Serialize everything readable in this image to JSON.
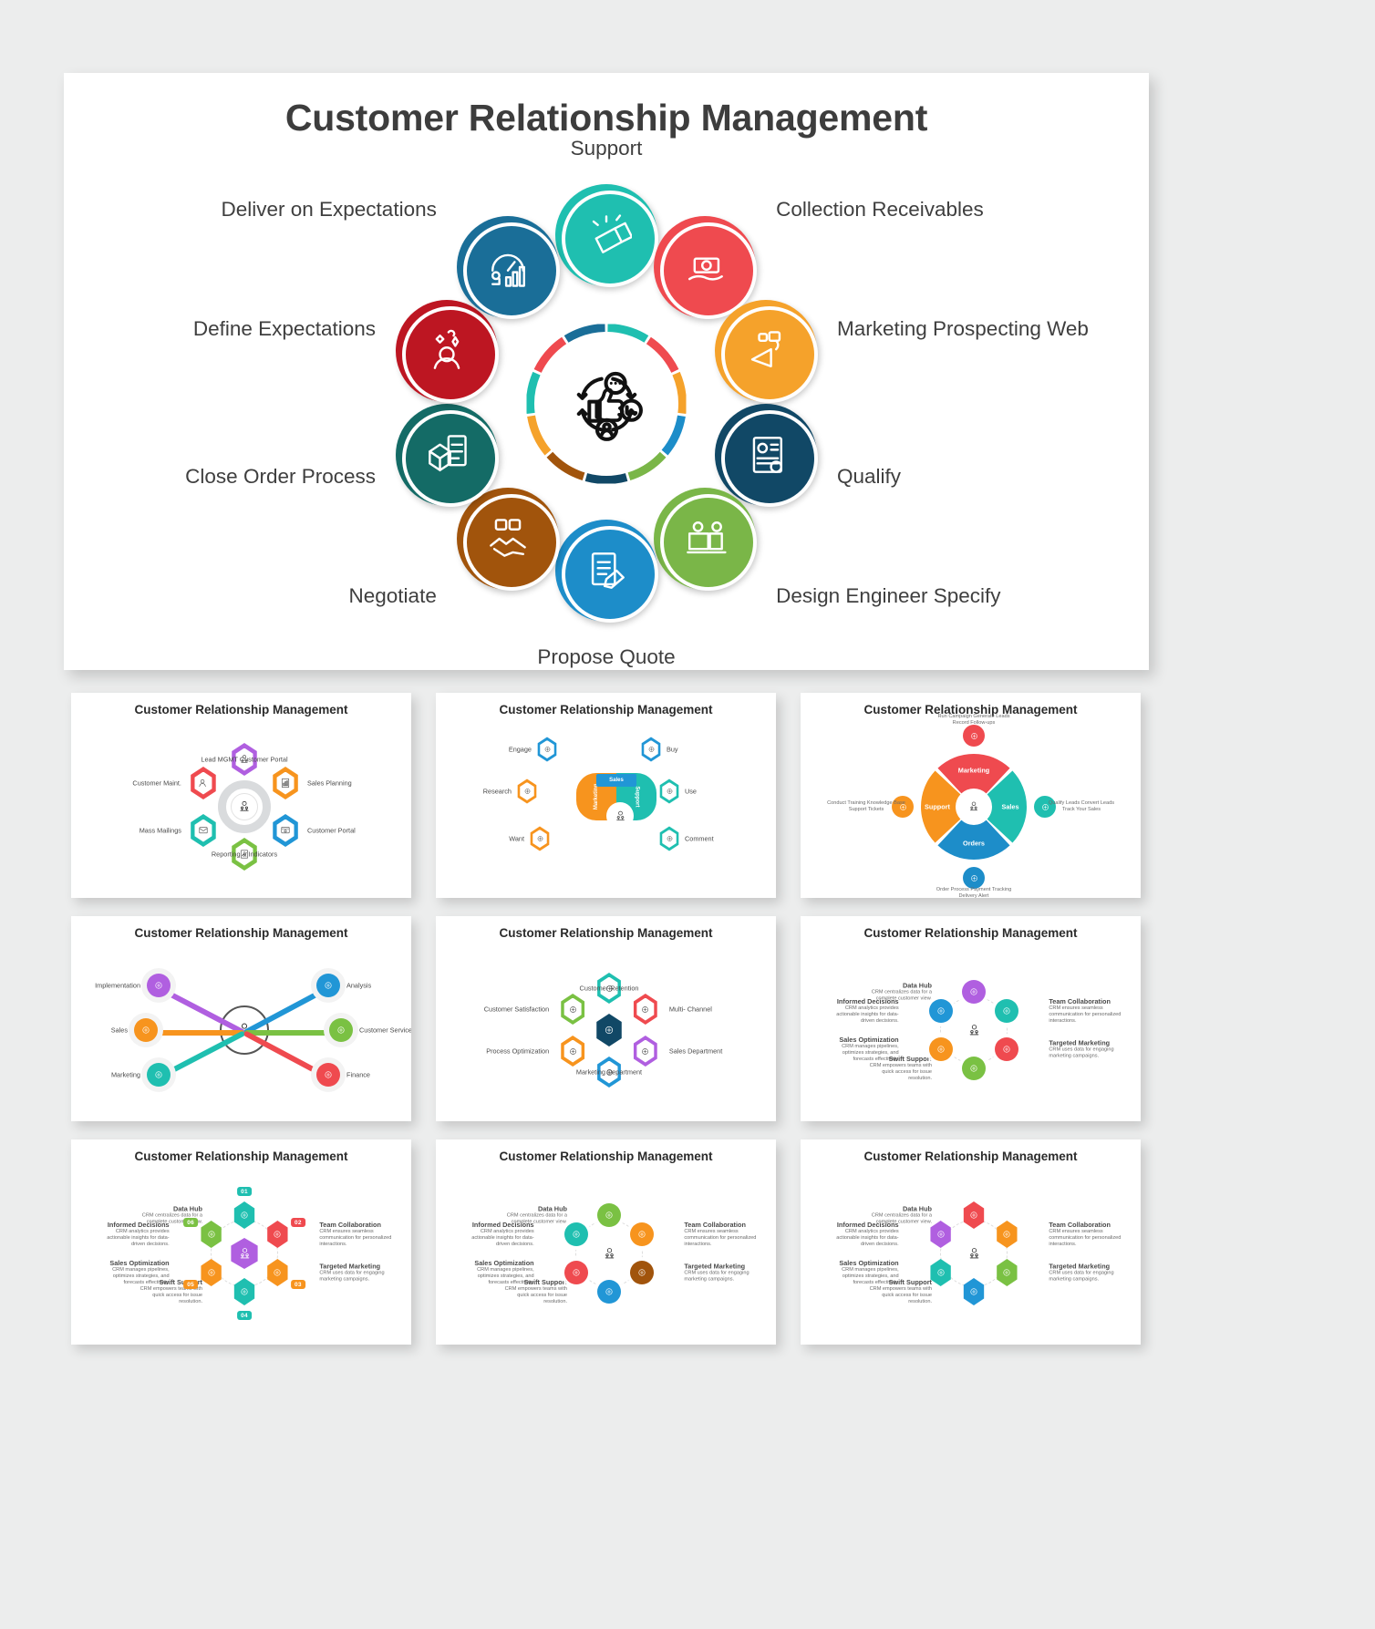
{
  "main": {
    "title": "Customer Relationship Management",
    "center_icon": "crm-feedback-cycle-icon",
    "nodes": [
      {
        "label": "Support",
        "color": "#1fbfb0",
        "icon": "megaphone-hand-icon",
        "angle": -90,
        "label_pos": "top"
      },
      {
        "label": "Collection Receivables",
        "color": "#ef4a4f",
        "icon": "cash-in-hands-icon",
        "angle": -50,
        "label_pos": "right"
      },
      {
        "label": "Marketing Prospecting Web",
        "color": "#f5a22b",
        "icon": "marketing-megaphone-icon",
        "angle": -10,
        "label_pos": "right"
      },
      {
        "label": "Qualify",
        "color": "#114866",
        "icon": "resume-badge-icon",
        "angle": 30,
        "label_pos": "right"
      },
      {
        "label": "Design Engineer Specify",
        "color": "#76b martín",
        "icon": "engineer-blueprint-icon",
        "angle": 70,
        "label_pos": "right"
      },
      {
        "label": "Propose Quote",
        "color": "#1d8dc9",
        "icon": "document-pen-icon",
        "angle": 110,
        "label_pos": "bottom"
      },
      {
        "label": "Negotiate",
        "color": "#a1540c",
        "icon": "handshake-money-icon",
        "angle": 150,
        "label_pos": "left"
      },
      {
        "label": "Close Order Process",
        "color": "#146b66",
        "icon": "package-invoice-icon",
        "angle": 190,
        "label_pos": "left"
      },
      {
        "label": "Define Expectations",
        "color": "#bd1622",
        "icon": "customer-satisfaction-icon",
        "angle": 230,
        "label_pos": "left"
      },
      {
        "label": "Deliver on Expectations",
        "color": "#1a6e98",
        "icon": "performance-gauge-icon",
        "angle": 270,
        "label_pos": "left"
      }
    ],
    "ring_segment_colors": [
      "#1fbfb0",
      "#ef4a4f",
      "#f5a22b",
      "#1d8dc9",
      "#7ab648",
      "#114866",
      "#a1540c",
      "#f5a22b",
      "#1fbfb0",
      "#ef4a4f",
      "#1a6e98"
    ]
  },
  "thumbs": [
    {
      "id": "thumb-hexagon-wheel",
      "title": "Customer Relationship Management",
      "items": [
        {
          "label": "Lead MGMT Customer Portal",
          "color": "#b05fe0",
          "icon": "gear-team-icon"
        },
        {
          "label": "Sales Planning",
          "color": "#f7941e",
          "icon": "chart-doc-icon"
        },
        {
          "label": "Customer Portal",
          "color": "#2196d6",
          "icon": "portal-window-icon"
        },
        {
          "label": "Reporting & Indicators",
          "color": "#7ac143",
          "icon": "report-chart-icon"
        },
        {
          "label": "Mass Mailings",
          "color": "#1fbfb0",
          "icon": "mail-calendar-icon"
        },
        {
          "label": "Customer Maint.",
          "color": "#ef4a4f",
          "icon": "customer-tag-icon"
        }
      ]
    },
    {
      "id": "thumb-flow-branches",
      "title": "Customer Relationship Management",
      "center_items": [
        {
          "label": "Sales",
          "color": "#2196d6",
          "icon": "sales-icon"
        },
        {
          "label": "Marketing",
          "color": "#f7941e",
          "icon": "marketing-icon"
        },
        {
          "label": "Support",
          "color": "#1fbfb0",
          "icon": "support-icon"
        }
      ],
      "items": [
        {
          "label": "Engage",
          "color": "#2196d6",
          "icon": "engage-gears-icon"
        },
        {
          "label": "Buy",
          "color": "#2196d6",
          "icon": "buy-cart-icon"
        },
        {
          "label": "Research",
          "color": "#f7941e",
          "icon": "research-hand-icon"
        },
        {
          "label": "Use",
          "color": "#1fbfb0",
          "icon": "use-hand-icon"
        },
        {
          "label": "Want",
          "color": "#f7941e",
          "icon": "want-person-icon"
        },
        {
          "label": "Comment",
          "color": "#1fbfb0",
          "icon": "comment-bubble-icon"
        }
      ]
    },
    {
      "id": "thumb-pie-quadrant",
      "title": "Customer Relationship Management",
      "segments": [
        {
          "label": "Marketing",
          "color": "#ef4a4f",
          "icon": "marketing-network-icon",
          "caption": "Run Campaign Generate Leads Record Follow-ups"
        },
        {
          "label": "Sales",
          "color": "#1fbfb0",
          "icon": "sales-chart-icon",
          "caption": "Qualify Leads Convert Leads Track Your Sales"
        },
        {
          "label": "Orders",
          "color": "#1d8dc9",
          "icon": "orders-invoice-icon",
          "caption": "Order Process Payment Tracking Delivery Alert"
        },
        {
          "label": "Support",
          "color": "#f7941e",
          "icon": "support-headset-icon",
          "caption": "Conduct Training Knowledge Base Support Tickets"
        }
      ]
    },
    {
      "id": "thumb-hub-spokes",
      "title": "Customer Relationship Management",
      "items": [
        {
          "label": "Implementation",
          "color": "#b05fe0",
          "icon": "implementation-icon"
        },
        {
          "label": "Analysis",
          "color": "#2196d6",
          "icon": "analysis-icon"
        },
        {
          "label": "Sales",
          "color": "#f7941e",
          "icon": "sales-icon"
        },
        {
          "label": "Customer Service",
          "color": "#7ac143",
          "icon": "service-icon"
        },
        {
          "label": "Marketing",
          "color": "#1fbfb0",
          "icon": "marketing-icon"
        },
        {
          "label": "Finance",
          "color": "#ef4a4f",
          "icon": "finance-icon"
        }
      ]
    },
    {
      "id": "thumb-hexagon-cluster",
      "title": "Customer Relationship Management",
      "items": [
        {
          "label": "Customer Retention",
          "color": "#1fbfb0",
          "icon": "retention-icon"
        },
        {
          "label": "Multi- Channel",
          "color": "#ef4a4f",
          "icon": "channel-icon"
        },
        {
          "label": "Sales Department",
          "color": "#b05fe0",
          "icon": "sales-dept-icon"
        },
        {
          "label": "Marketing Department",
          "color": "#2196d6",
          "icon": "marketing-dept-icon"
        },
        {
          "label": "Process Optimization",
          "color": "#f7941e",
          "icon": "process-icon"
        },
        {
          "label": "Customer Satisfaction",
          "color": "#7ac143",
          "icon": "satisfaction-icon"
        }
      ],
      "center": {
        "color": "#114866",
        "icon": "crm-core-icon"
      }
    },
    {
      "id": "thumb-radial-pins",
      "title": "Customer Relationship Management",
      "items": [
        {
          "label": "Data Hub",
          "desc": "CRM centralizes data for a complete customer view.",
          "color": "#b05fe0",
          "icon": "data-hub-icon"
        },
        {
          "label": "Team Collaboration",
          "desc": "CRM ensures seamless communication for personalized interactions.",
          "color": "#1fbfb0",
          "icon": "team-icon"
        },
        {
          "label": "Targeted Marketing",
          "desc": "CRM uses data for engaging marketing campaigns.",
          "color": "#ef4a4f",
          "icon": "target-icon"
        },
        {
          "label": "Swift Support",
          "desc": "CRM empowers teams with quick access for issue resolution.",
          "color": "#7ac143",
          "icon": "support-icon"
        },
        {
          "label": "Sales Optimization",
          "desc": "CRM manages pipelines, optimizes strategies, and forecasts effectively.",
          "color": "#f7941e",
          "icon": "sales-opt-icon"
        },
        {
          "label": "Informed Decisions",
          "desc": "CRM analytics provides actionable insights for data-driven decisions.",
          "color": "#2196d6",
          "icon": "insights-icon"
        }
      ]
    },
    {
      "id": "thumb-soccer-numbers",
      "title": "Customer Relationship Management",
      "items": [
        {
          "num": "01",
          "label": "Data Hub",
          "desc": "CRM centralizes data for a complete customer view.",
          "color": "#1fbfb0",
          "icon": "data-hub-icon"
        },
        {
          "num": "02",
          "label": "Team Collaboration",
          "desc": "CRM ensures seamless communication for personalized interactions.",
          "color": "#ef4a4f",
          "icon": "team-icon"
        },
        {
          "num": "03",
          "label": "Targeted Marketing",
          "desc": "CRM uses data for engaging marketing campaigns.",
          "color": "#f7941e",
          "icon": "target-icon"
        },
        {
          "num": "04",
          "label": "Swift Support",
          "desc": "CRM empowers teams with quick access for issue resolution.",
          "color": "#1fbfb0",
          "icon": "support-icon"
        },
        {
          "num": "05",
          "label": "Sales Optimization",
          "desc": "CRM manages pipelines, optimizes strategies, and forecasts effectively.",
          "color": "#f7941e",
          "icon": "sales-opt-icon"
        },
        {
          "num": "06",
          "label": "Informed Decisions",
          "desc": "CRM analytics provides actionable insights for data-driven decisions.",
          "color": "#7ac143",
          "icon": "insights-icon"
        }
      ]
    },
    {
      "id": "thumb-arrow-ring",
      "title": "Customer Relationship Management",
      "items": [
        {
          "label": "Data Hub",
          "desc": "CRM centralizes data for a complete customer view.",
          "color": "#7ac143",
          "icon": "data-hub-icon"
        },
        {
          "label": "Team Collaboration",
          "desc": "CRM ensures seamless communication for personalized interactions.",
          "color": "#f7941e",
          "icon": "team-icon"
        },
        {
          "label": "Targeted Marketing",
          "desc": "CRM uses data for engaging marketing campaigns.",
          "color": "#a1540c",
          "icon": "target-icon"
        },
        {
          "label": "Swift Support",
          "desc": "CRM empowers teams with quick access for issue resolution.",
          "color": "#2196d6",
          "icon": "support-icon"
        },
        {
          "label": "Sales Optimization",
          "desc": "CRM manages pipelines, optimizes strategies, and forecasts effectively.",
          "color": "#ef4a4f",
          "icon": "sales-opt-icon"
        },
        {
          "label": "Informed Decisions",
          "desc": "CRM analytics provides actionable insights for data-driven decisions.",
          "color": "#1fbfb0",
          "icon": "insights-icon"
        }
      ]
    },
    {
      "id": "thumb-puzzle-ring",
      "title": "Customer Relationship Management",
      "items": [
        {
          "label": "Data Hub",
          "desc": "CRM centralizes data for a complete customer view.",
          "color": "#ef4a4f",
          "icon": "data-hub-icon"
        },
        {
          "label": "Team Collaboration",
          "desc": "CRM ensures seamless communication for personalized interactions.",
          "color": "#f7941e",
          "icon": "team-icon"
        },
        {
          "label": "Targeted Marketing",
          "desc": "CRM uses data for engaging marketing campaigns.",
          "color": "#7ac143",
          "icon": "target-icon"
        },
        {
          "label": "Swift Support",
          "desc": "CRM empowers teams with quick access for issue resolution.",
          "color": "#2196d6",
          "icon": "support-icon"
        },
        {
          "label": "Sales Optimization",
          "desc": "CRM manages pipelines, optimizes strategies, and forecasts effectively.",
          "color": "#1fbfb0",
          "icon": "sales-opt-icon"
        },
        {
          "label": "Informed Decisions",
          "desc": "CRM analytics provides actionable insights for data-driven decisions.",
          "color": "#b05fe0",
          "icon": "insights-icon"
        }
      ]
    }
  ]
}
